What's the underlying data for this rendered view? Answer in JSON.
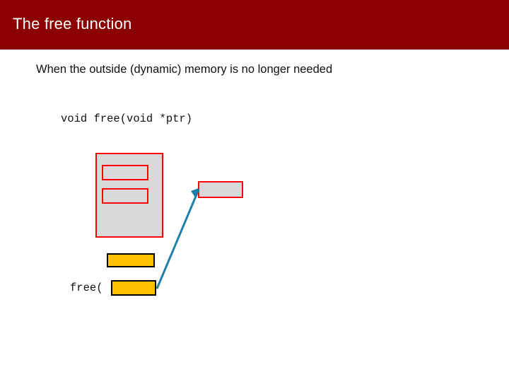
{
  "slide": {
    "title": "The free function",
    "subtitle": "When the outside (dynamic) memory is no longer needed",
    "code_signature": "void free(void *ptr)",
    "free_call_prefix": "free(",
    "free_call_suffix": ")",
    "colors": {
      "title_bar": "#8b0000",
      "title_text": "#ffffff",
      "body_text": "#111111",
      "block_fill": "#d9d9d9",
      "block_border": "#ff0000",
      "yellow_fill": "#ffc000",
      "yellow_border": "#000000",
      "arrow": "#1f7fa8"
    }
  }
}
